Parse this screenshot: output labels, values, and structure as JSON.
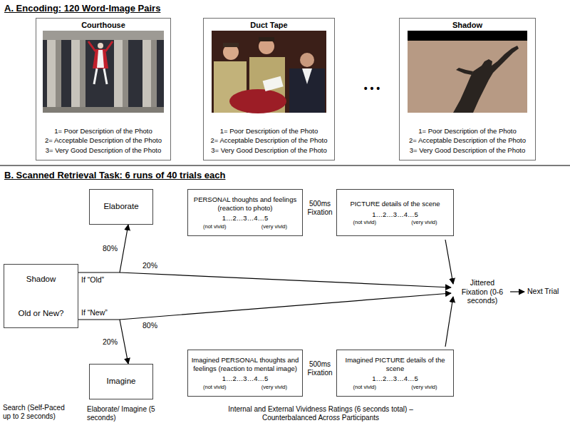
{
  "diagram": {
    "nodes": [
      {
        "text": [
          "Courthouse",
          "1= Poor Description of the Photo",
          "2= Acceptable Description of the Photo",
          "3= Very Good Description of the Photo"
        ]
      },
      {
        "text": [
          "Duct Tape",
          "1= Poor Description of the Photo",
          "2= Acceptable Description of the Photo",
          "3= Very Good Description of the Photo"
        ]
      },
      {
        "text": [
          "Shadow",
          "1= Poor Description of the Photo",
          "2= Acceptable Description of the Photo",
          "3= Very Good Description of the Photo"
        ]
      },
      {
        "text": [
          "Elaborate"
        ]
      },
      {
        "text": [
          "PERSONAL thoughts and feelings (reaction to photo)",
          "1…2…3…4…5",
          "(not vivid)",
          "(very vivid)"
        ]
      },
      {
        "text": [
          "PICTURE details of the scene",
          "1…2…3…4…5",
          "(not vivid)",
          "(very vivid)"
        ]
      },
      {
        "text": [
          "Shadow",
          "Old or New?"
        ]
      },
      {
        "text": [
          "Imagine"
        ]
      },
      {
        "text": [
          "Imagined PERSONAL thoughts and feelings (reaction to mental image)",
          "1…2…3…4…5",
          "(not vivid)",
          "(very vivid)"
        ]
      },
      {
        "text": [
          "Imagined PICTURE details of the scene",
          "1…2…3…4…5",
          "(not vivid)",
          "(very vivid)"
        ]
      }
    ],
    "edges": [
      {
        "from": 6,
        "to": 3,
        "arrow": "to",
        "label": "80%"
      },
      {
        "from": 6,
        "to": 7,
        "arrow": "to",
        "label": "20%"
      }
    ],
    "labels": [
      "A. Encoding: 120 Word-Image Pairs",
      "• • •",
      "B. Scanned Retrieval Task: 6 runs of 40 trials each",
      "If “Old”",
      "20%",
      "If “New”",
      "80%",
      "500ms Fixation",
      "500ms Fixation",
      "Jittered Fixation (0-6 seconds)",
      "Next Trial",
      "Search (Self-Paced up to 2 seconds)",
      "Elaborate/ Imagine (5 seconds)",
      "Internal and External Vividness Ratings (6 seconds total) – Counterbalanced Across Participants"
    ]
  }
}
